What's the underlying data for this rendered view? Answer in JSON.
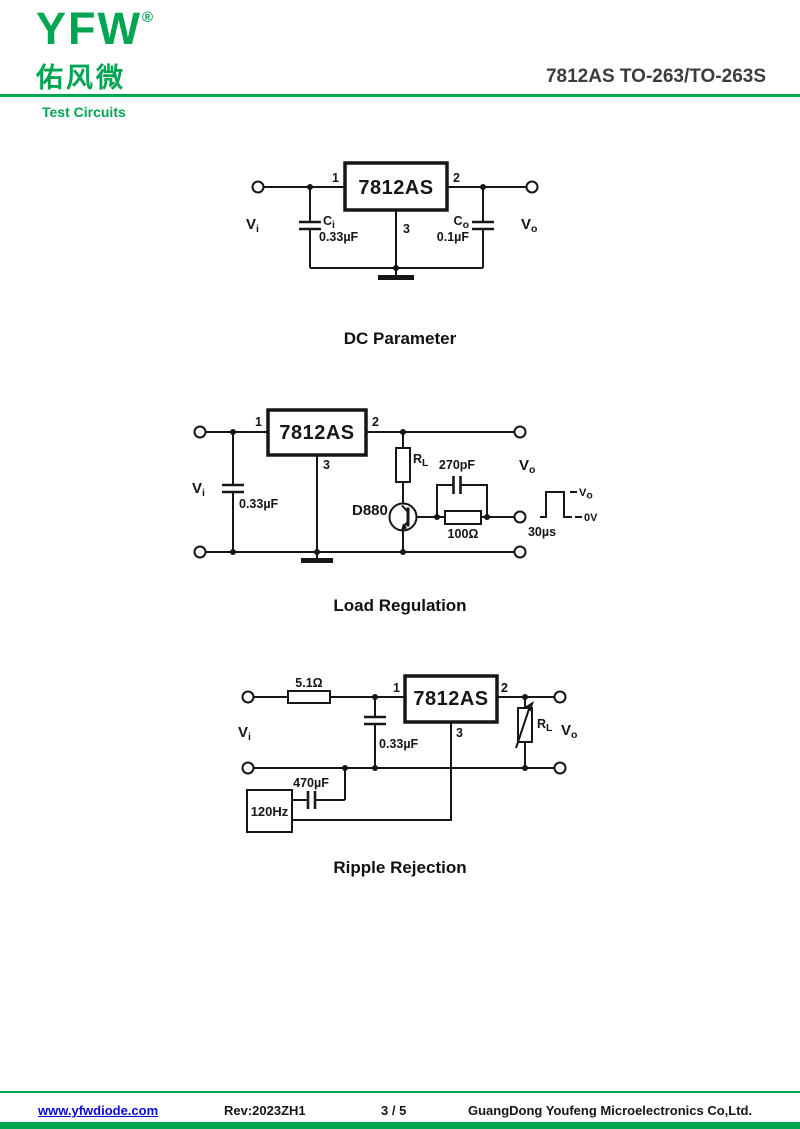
{
  "page": {
    "accent_green": "#00a551",
    "link_blue": "#0808d8",
    "ink": "#161616"
  },
  "header": {
    "logo_text": "YFW",
    "logo_registered": "®",
    "logo_chinese": "佑风微",
    "part_title": "7812AS TO-263/TO-263S",
    "section_title": "Test Circuits"
  },
  "circuit_dc": {
    "title": "DC Parameter",
    "ic": "7812AS",
    "pin1": "1",
    "pin2": "2",
    "pin3": "3",
    "vi": {
      "base": "V",
      "sub": "i"
    },
    "vo": {
      "base": "V",
      "sub": "o"
    },
    "ci": {
      "base": "C",
      "sub": "i",
      "value": "0.33µF"
    },
    "co": {
      "base": "C",
      "sub": "o",
      "value": "0.1µF"
    }
  },
  "circuit_load": {
    "title": "Load Regulation",
    "ic": "7812AS",
    "pin1": "1",
    "pin2": "2",
    "pin3": "3",
    "vi": {
      "base": "V",
      "sub": "i"
    },
    "input_cap": "0.33µF",
    "rl": {
      "base": "R",
      "sub": "L"
    },
    "transistor": "D880",
    "parallel_cap": "270pF",
    "base_resistor": "100Ω",
    "vo": {
      "base": "V",
      "sub": "o"
    },
    "wave_high": {
      "base": "V",
      "sub": "o"
    },
    "wave_low": "0V",
    "pulse_width": "30µs"
  },
  "circuit_ripple": {
    "title": "Ripple Rejection",
    "ic": "7812AS",
    "pin1": "1",
    "pin2": "2",
    "pin3": "3",
    "series_resistor": "5.1Ω",
    "vi": {
      "base": "V",
      "sub": "i"
    },
    "input_cap": "0.33µF",
    "coupling_cap": "470µF",
    "ripple_source": "120Hz",
    "rl": {
      "base": "R",
      "sub": "L"
    },
    "vo": {
      "base": "V",
      "sub": "o"
    }
  },
  "footer": {
    "website": "www.yfwdiode.com",
    "revision": "Rev:2023ZH1",
    "page_number": "3 / 5",
    "company": "GuangDong Youfeng Microelectronics Co,Ltd."
  }
}
